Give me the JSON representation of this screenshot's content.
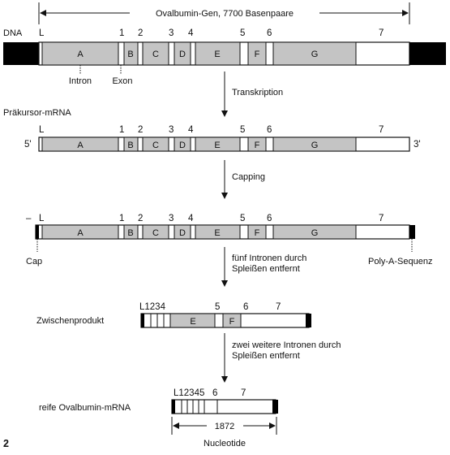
{
  "figure_number": "2",
  "header": {
    "gene_span_label": "Ovalbumin-Gen, 7700 Basenpaare"
  },
  "rows": {
    "dna": {
      "label": "DNA",
      "end_labels": [
        "L",
        "1",
        "2",
        "3",
        "4",
        "5",
        "6",
        "7"
      ],
      "intron_label": "Intron",
      "exon_label": "Exon"
    },
    "precursor": {
      "label": "Präkursor-mRNA",
      "five_prime": "5'",
      "three_prime": "3'"
    },
    "capped": {
      "cap_mark": "–",
      "cap_label": "Cap",
      "polya_label": "Poly-A-Sequenz"
    },
    "intermediate": {
      "label": "Zwischenprodukt",
      "numbers": {
        "l1234": "L1234",
        "n5": "5",
        "n6": "6",
        "n7": "7"
      }
    },
    "mature": {
      "label": "reife Ovalbumin-mRNA",
      "numbers": {
        "l12345": "L12345",
        "n6": "6",
        "n7": "7"
      },
      "length_value": "1872",
      "length_unit": "Nucleotide"
    }
  },
  "intron_letters": [
    "A",
    "B",
    "C",
    "D",
    "E",
    "F",
    "G"
  ],
  "steps": {
    "transcription": "Transkription",
    "capping": "Capping",
    "splice1_line1": "fünf Intronen durch",
    "splice1_line2": "Spleißen entfernt",
    "splice2_line1": "zwei weitere Intronen durch",
    "splice2_line2": "Spleißen entfernt"
  },
  "colors": {
    "intron_fill": "#c4c4c4",
    "exon_fill": "#ffffff",
    "flank_fill": "#000000",
    "line": "#111111"
  }
}
